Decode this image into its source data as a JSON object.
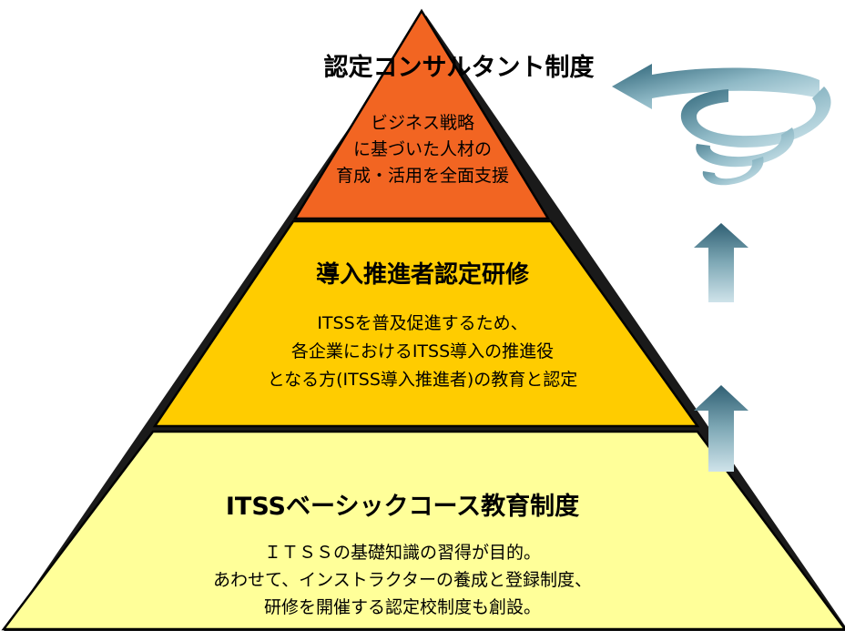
{
  "tiers": {
    "top": {
      "title": "認定コンサルタント制度",
      "lines": [
        "ビジネス戦略",
        "に基づいた人材の",
        "育成・活用を全面支援"
      ],
      "color": "#f26522"
    },
    "middle": {
      "title": "導入推進者認定研修",
      "lines": [
        "ITSSを普及促進するため、",
        "各企業におけるITSS導入の推進役",
        "となる方(ITSS導入推進者)の教育と認定"
      ],
      "color": "#ffcc00"
    },
    "bottom": {
      "title": "ITSSベーシックコース教育制度",
      "lines": [
        "ＩＴＳＳの基礎知識の習得が目的。",
        "あわせて、インストラクターの養成と登録制度、",
        "研修を開催する認定校制度も創設。"
      ],
      "color": "#ffff99"
    }
  },
  "icons": {
    "spiral": "spiral-arrow-icon",
    "arrow_upper": "up-arrow-icon",
    "arrow_lower": "up-arrow-icon",
    "arrow_color": "#6a9aa8"
  }
}
